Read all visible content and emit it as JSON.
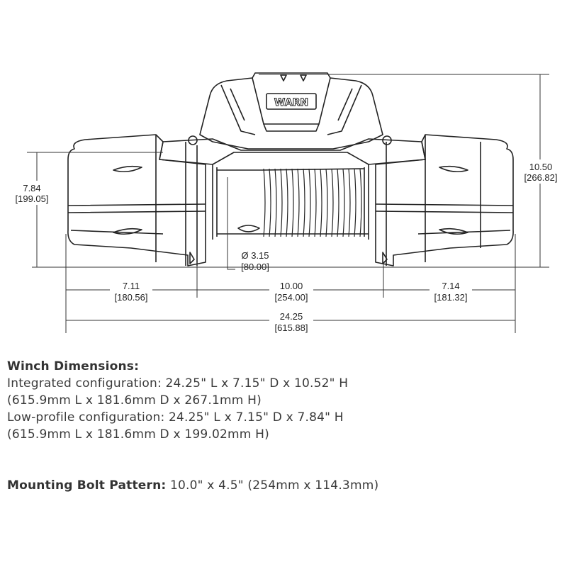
{
  "drawing": {
    "logo_text": "WARN",
    "height_low": {
      "in": "7.84",
      "mm": "[199.05]"
    },
    "height_total": {
      "in": "10.50",
      "mm": "[266.82]"
    },
    "drum_diameter": {
      "in": "Ø 3.15",
      "mm": "[80.00]"
    },
    "left_offset": {
      "in": "7.11",
      "mm": "[180.56]"
    },
    "bolt_spacing": {
      "in": "10.00",
      "mm": "[254.00]"
    },
    "right_offset": {
      "in": "7.14",
      "mm": "[181.32]"
    },
    "overall_length": {
      "in": "24.25",
      "mm": "[615.88]"
    }
  },
  "specs": {
    "title": "Winch Dimensions:",
    "lines": [
      "Integrated configuration: 24.25\" L x 7.15\" D x 10.52\" H",
      "(615.9mm L x 181.6mm D x 267.1mm H)",
      "Low-profile configuration: 24.25\" L x 7.15\" D x 7.84\" H",
      "(615.9mm L x 181.6mm D x 199.02mm H)"
    ],
    "bolt_label": "Mounting Bolt Pattern:",
    "bolt_value": " 10.0\" x 4.5\" (254mm x 114.3mm)"
  }
}
